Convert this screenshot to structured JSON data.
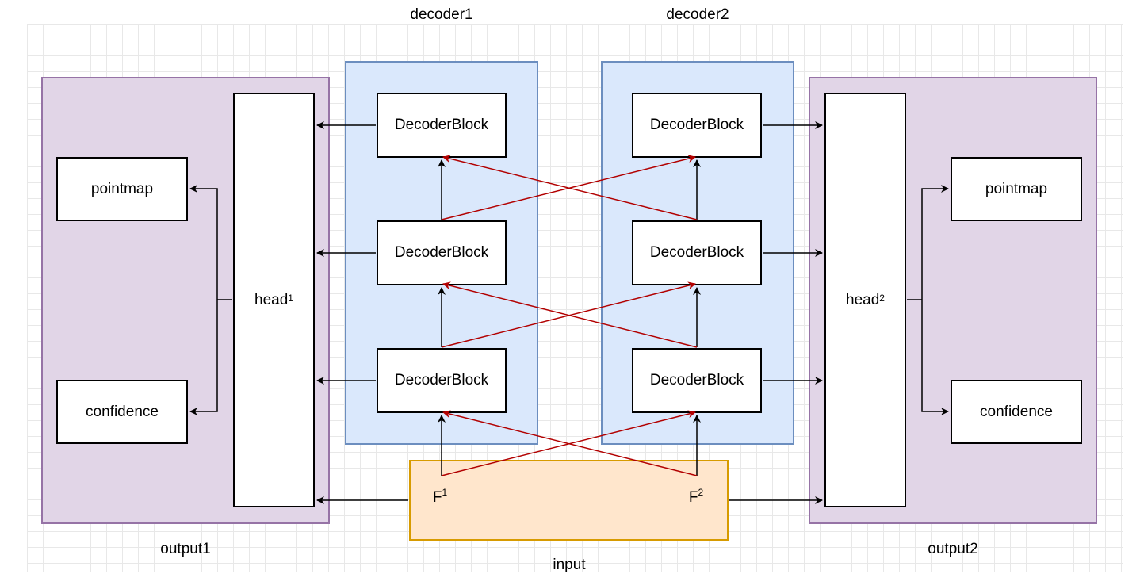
{
  "groups": {
    "output1": "output1",
    "output2": "output2",
    "decoder1": "decoder1",
    "decoder2": "decoder2",
    "input": "input"
  },
  "blocks": {
    "decoder_block": "DecoderBlock",
    "pointmap": "pointmap",
    "confidence": "confidence",
    "head": "head",
    "head1_sup": "1",
    "head2_sup": "2",
    "feature": "F",
    "f1_sup": "1",
    "f2_sup": "2"
  },
  "colors": {
    "purple_fill": "#e1d5e7",
    "purple_stroke": "#9673a6",
    "blue_fill": "#dae8fc",
    "blue_stroke": "#6c8ebf",
    "orange_fill": "#ffe6cc",
    "orange_stroke": "#d79b00",
    "cross_arrow": "#b20000",
    "arrow": "#000000"
  }
}
